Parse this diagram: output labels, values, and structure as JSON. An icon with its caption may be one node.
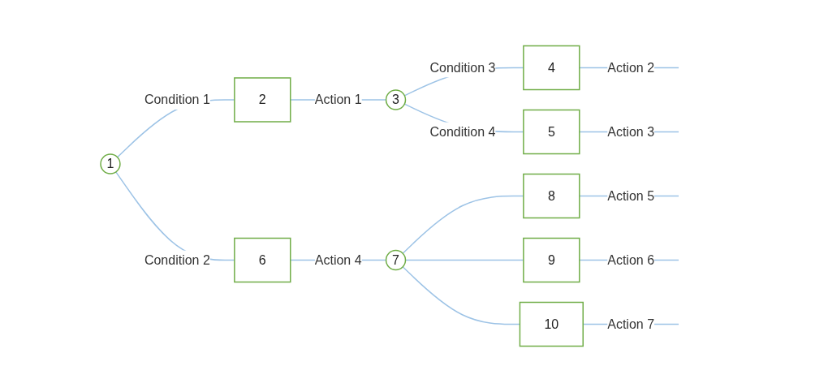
{
  "diagram": {
    "nodes": [
      {
        "text": [
          "1"
        ]
      },
      {
        "text": [
          "2"
        ]
      },
      {
        "text": [
          "3"
        ]
      },
      {
        "text": [
          "4"
        ]
      },
      {
        "text": [
          "5"
        ]
      },
      {
        "text": [
          "6"
        ]
      },
      {
        "text": [
          "7"
        ]
      },
      {
        "text": [
          "8"
        ]
      },
      {
        "text": [
          "9"
        ]
      },
      {
        "text": [
          "10"
        ]
      }
    ],
    "edges": [
      {
        "from": 0,
        "to": 1,
        "arrow": "none",
        "label": "Condition 1"
      },
      {
        "from": 0,
        "to": 5,
        "arrow": "none",
        "label": "Condition 2"
      },
      {
        "from": 1,
        "to": 2,
        "arrow": "none",
        "label": "Action 1"
      },
      {
        "from": 2,
        "to": 3,
        "arrow": "none",
        "label": "Condition 3"
      },
      {
        "from": 2,
        "to": 4,
        "arrow": "none",
        "label": "Condition 4"
      },
      {
        "from": 3,
        "to": null,
        "arrow": "none",
        "label": "Action 2"
      },
      {
        "from": 4,
        "to": null,
        "arrow": "none",
        "label": "Action 3"
      },
      {
        "from": 5,
        "to": 6,
        "arrow": "none",
        "label": "Action 4"
      },
      {
        "from": 6,
        "to": 7,
        "arrow": "none"
      },
      {
        "from": 6,
        "to": 8,
        "arrow": "none"
      },
      {
        "from": 6,
        "to": 9,
        "arrow": "none"
      },
      {
        "from": 7,
        "to": null,
        "arrow": "none",
        "label": "Action 5"
      },
      {
        "from": 8,
        "to": null,
        "arrow": "none",
        "label": "Action 6"
      },
      {
        "from": 9,
        "to": null,
        "arrow": "none",
        "label": "Action 7"
      }
    ]
  }
}
